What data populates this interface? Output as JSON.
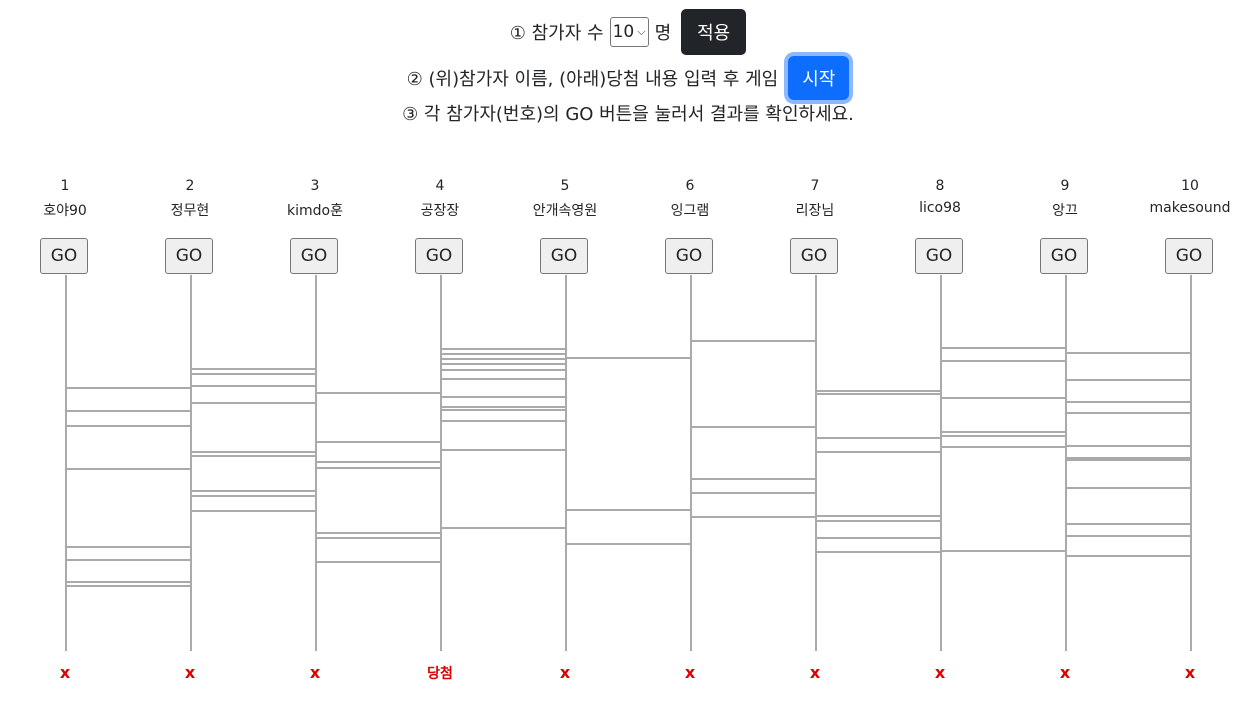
{
  "instructions": {
    "step1_prefix": "① 참가자 수",
    "count_value": "10",
    "step1_suffix": "명",
    "apply_label": "적용",
    "step2_text": "② (위)참가자 이름, (아래)당첨 내용 입력 후 게임",
    "start_label": "시작",
    "step3_text": "③ 각 참가자(번호)의 GO 버튼을 눌러서 결과를 확인하세요."
  },
  "go_label": "GO",
  "participants": [
    {
      "number": "1",
      "name": "호야90"
    },
    {
      "number": "2",
      "name": "정무현"
    },
    {
      "number": "3",
      "name": "kimdo훈"
    },
    {
      "number": "4",
      "name": "공장장"
    },
    {
      "number": "5",
      "name": "안개속영원"
    },
    {
      "number": "6",
      "name": "잉그램"
    },
    {
      "number": "7",
      "name": "리장님"
    },
    {
      "number": "8",
      "name": "lico98"
    },
    {
      "number": "9",
      "name": "앙끄"
    },
    {
      "number": "10",
      "name": "makesound"
    }
  ],
  "results": [
    "x",
    "x",
    "x",
    "당첨",
    "x",
    "x",
    "x",
    "x",
    "x",
    "x"
  ],
  "colors": {
    "win": "#dc0000",
    "lose": "#dc0000",
    "ladder": "#aaaaaa"
  },
  "ladder_rungs": [
    [
      [
        388,
        411,
        426,
        469,
        547,
        560,
        582,
        586
      ],
      [
        369,
        374,
        386,
        403,
        452,
        456,
        491,
        496,
        511
      ],
      [
        393,
        442,
        462,
        468,
        533,
        538,
        562
      ],
      [
        349,
        354,
        359,
        364,
        370,
        379,
        397,
        407,
        410,
        421,
        450,
        528
      ],
      [
        358,
        510,
        544
      ],
      [
        341,
        427,
        479,
        493,
        517
      ],
      [
        391,
        394,
        438,
        452,
        516,
        521,
        538,
        552
      ],
      [
        348,
        361,
        398,
        432,
        436,
        447,
        551
      ],
      [
        353,
        380,
        402,
        413,
        446,
        458,
        460,
        488,
        524,
        536,
        556
      ]
    ]
  ]
}
